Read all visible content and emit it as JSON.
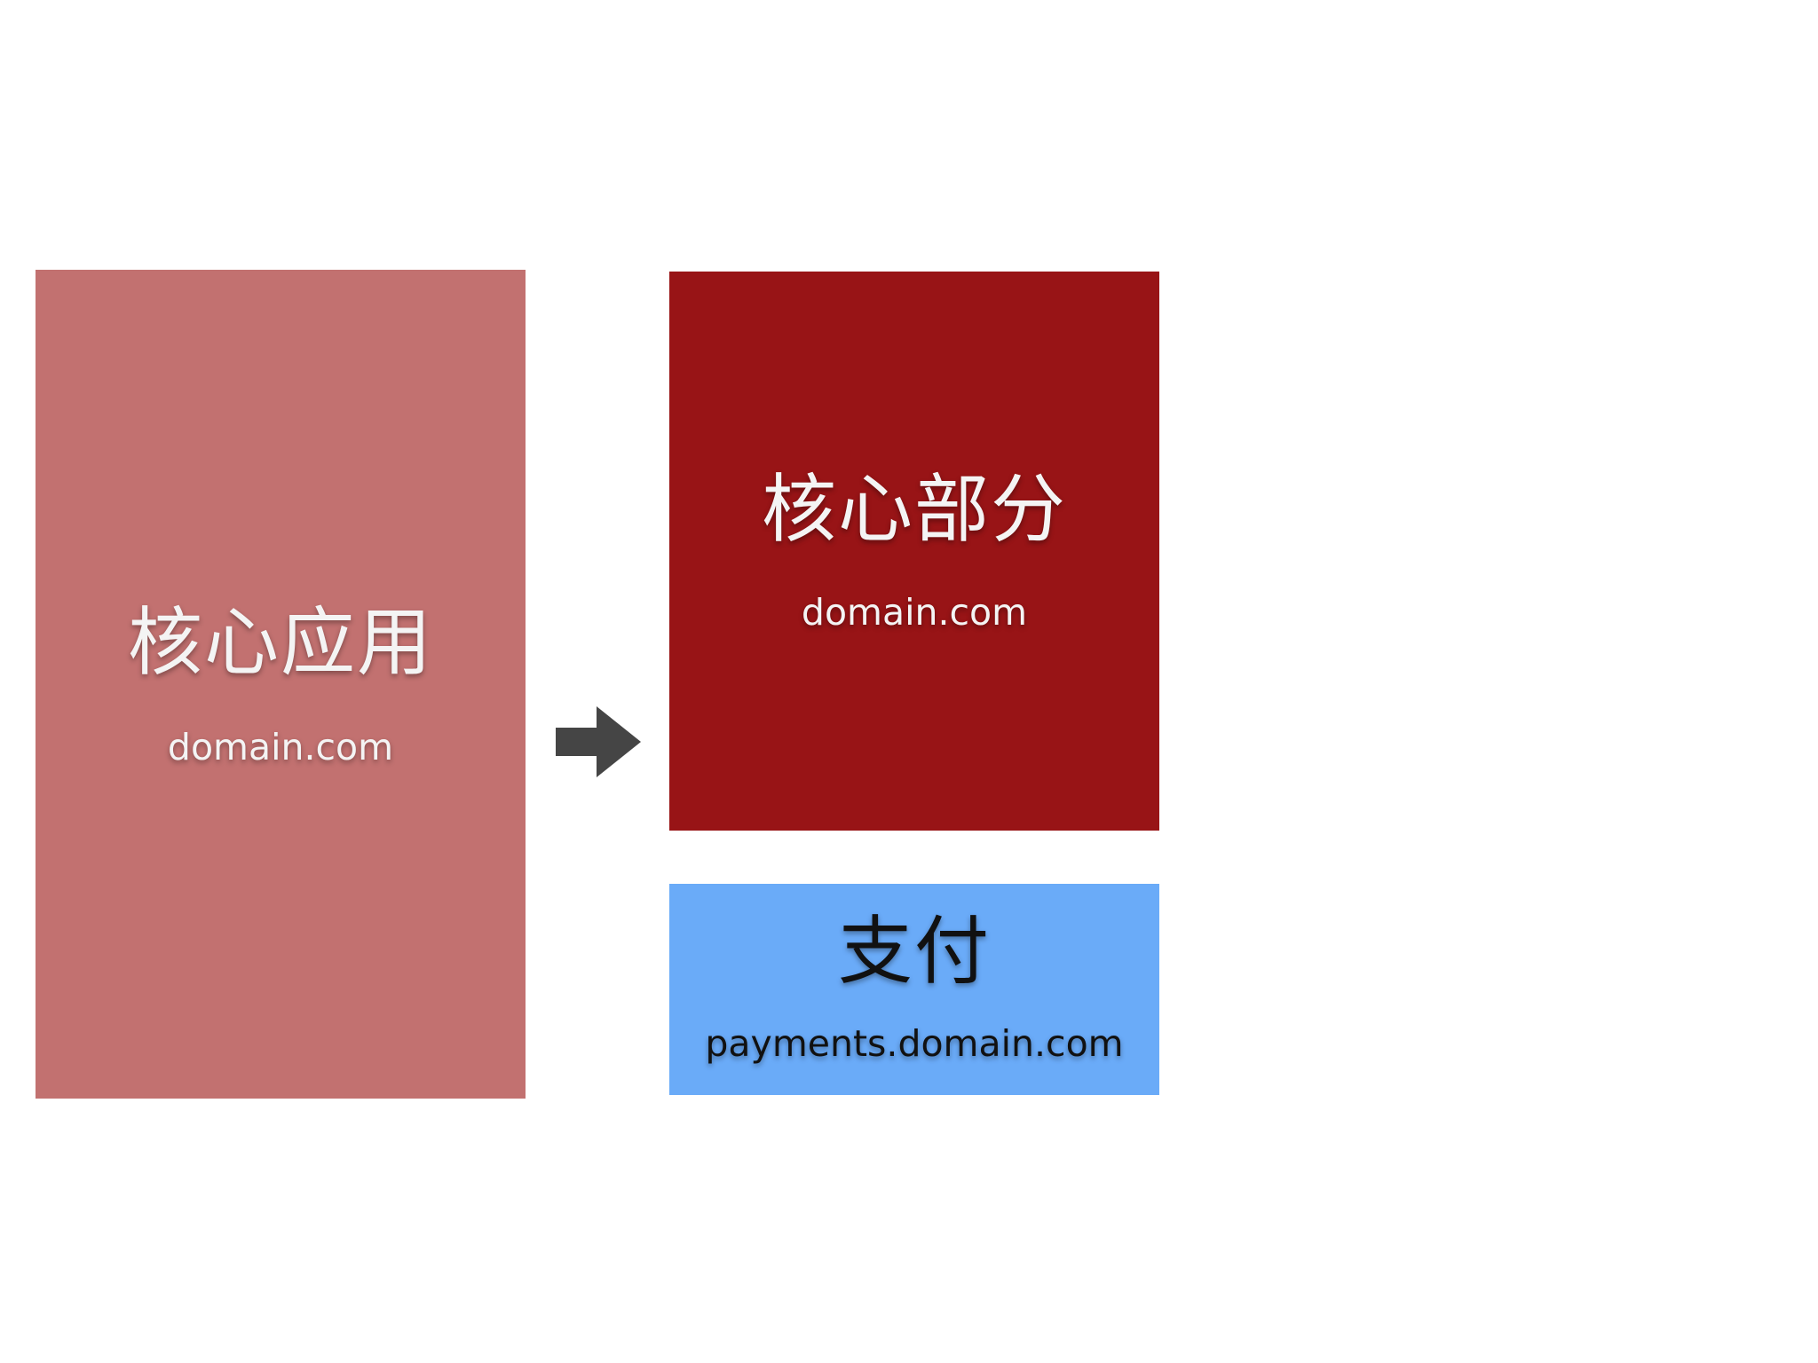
{
  "colors": {
    "core_app": "#c27170",
    "core_part": "#981416",
    "payments": "#6aabf8",
    "arrow": "#454545"
  },
  "core_app": {
    "title": "核心应用",
    "domain": "domain.com"
  },
  "core_part": {
    "title": "核心部分",
    "domain": "domain.com"
  },
  "payments": {
    "title": "支付",
    "domain": "payments.domain.com"
  },
  "arrow_icon": "arrow-right-icon"
}
